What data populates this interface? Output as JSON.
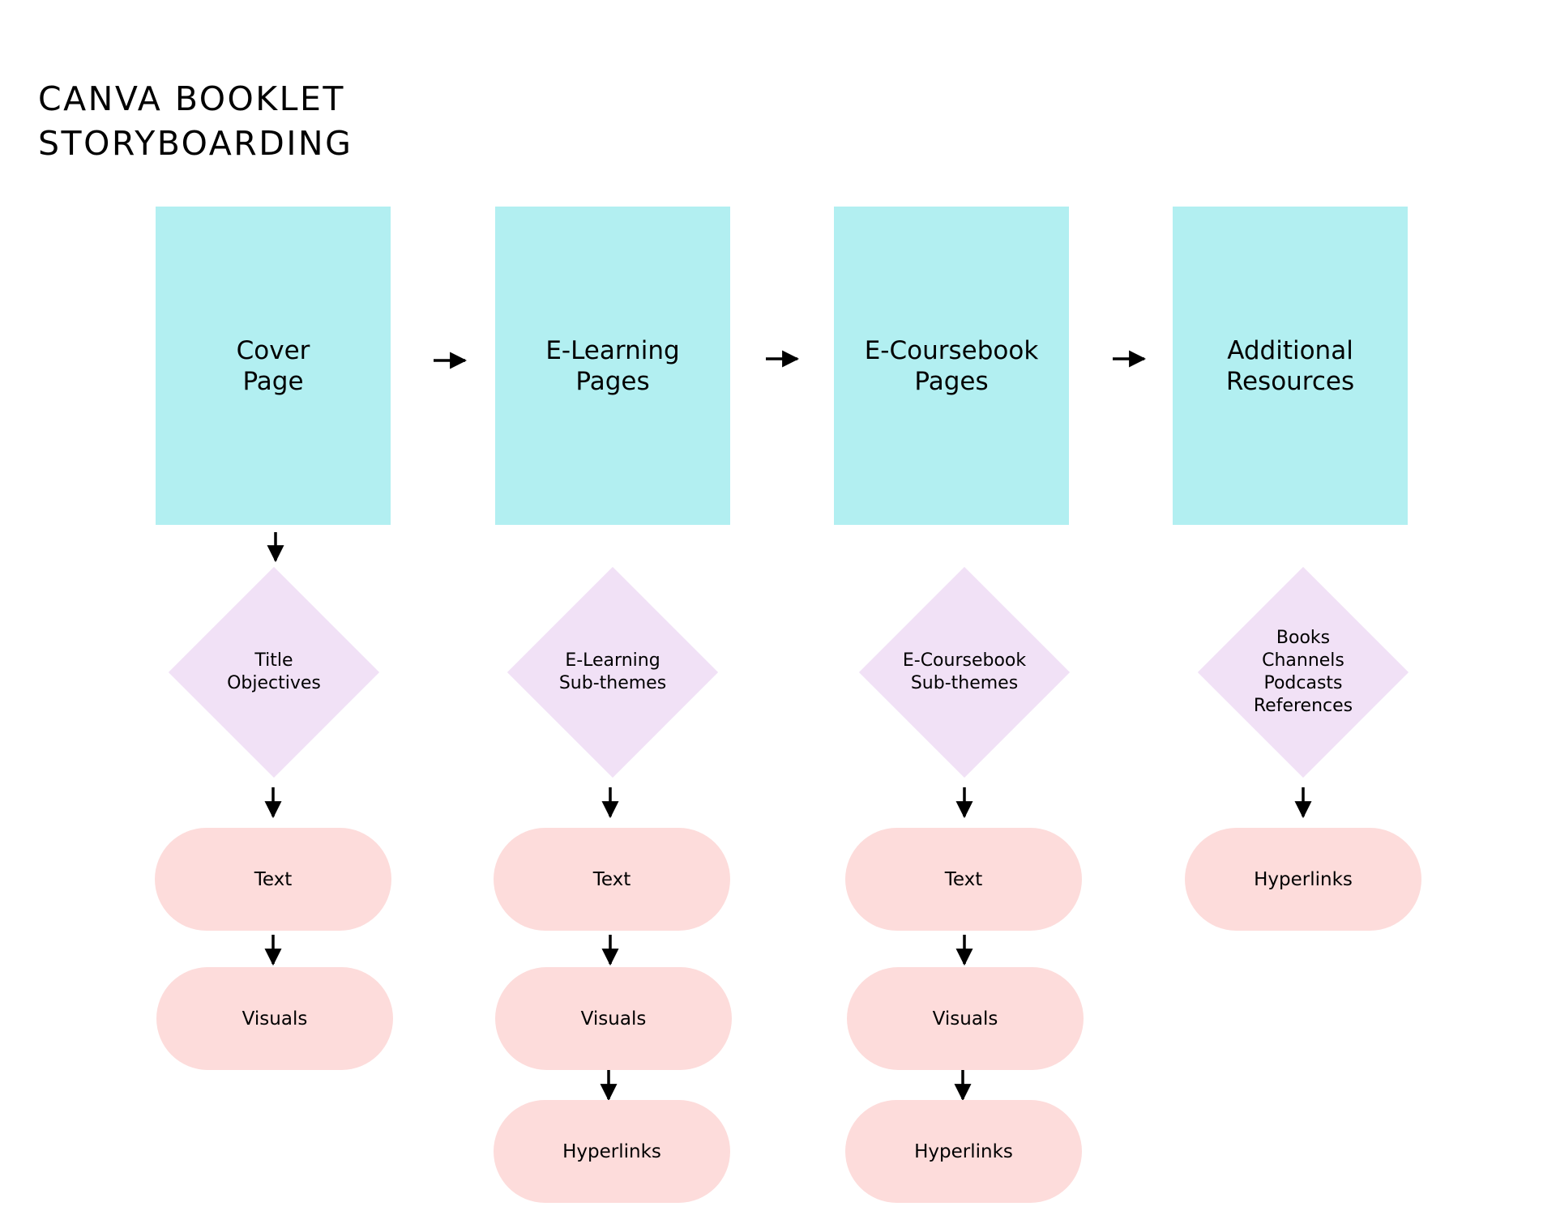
{
  "title": {
    "line1": "CANVA BOOKLET",
    "line2": "STORYBOARDING"
  },
  "columns": [
    {
      "page": [
        "Cover",
        "Page"
      ],
      "details": [
        "Title",
        "Objectives"
      ],
      "steps": [
        "Text",
        "Visuals"
      ]
    },
    {
      "page": [
        "E-Learning",
        "Pages"
      ],
      "details": [
        "E-Learning",
        "Sub-themes"
      ],
      "steps": [
        "Text",
        "Visuals",
        "Hyperlinks"
      ]
    },
    {
      "page": [
        "E-Coursebook",
        "Pages"
      ],
      "details": [
        "E-Coursebook",
        "Sub-themes"
      ],
      "steps": [
        "Text",
        "Visuals",
        "Hyperlinks"
      ]
    },
    {
      "page": [
        "Additional",
        "Resources"
      ],
      "details": [
        "Books",
        "Channels",
        "Podcasts",
        "References"
      ],
      "steps": [
        "Hyperlinks"
      ]
    }
  ],
  "colors": {
    "page": "#b2eff1",
    "detail": "#f1e1f6",
    "step": "#fddcdb",
    "arrow": "#000000"
  }
}
